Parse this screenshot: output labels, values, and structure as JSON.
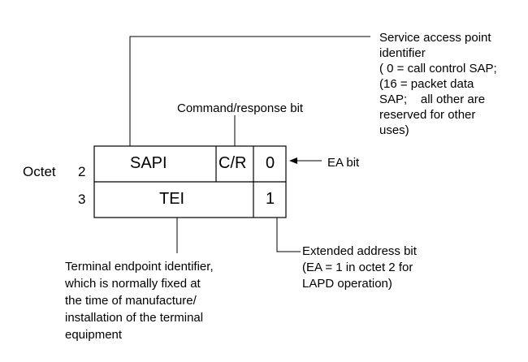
{
  "frame": {
    "octet_label": "Octet",
    "octet_numbers": [
      "2",
      "3"
    ],
    "row1": {
      "sapi": "SAPI",
      "cr": "C/R",
      "ea": "0"
    },
    "row2": {
      "tei": "TEI",
      "ea": "1"
    }
  },
  "annotations": {
    "sapi_desc": [
      "Service access point",
      "identifier",
      "( 0 = call control SAP;",
      "(16 = packet data",
      "SAP;    all other are",
      "reserved for other",
      "uses)"
    ],
    "cr_desc": "Command/response bit",
    "ea_bit": "EA bit",
    "ea_desc": [
      "Extended address bit",
      "(EA = 1 in octet 2 for",
      "LAPD operation)"
    ],
    "tei_desc": [
      "Terminal endpoint identifier,",
      "which is normally fixed at",
      "the time of manufacture/",
      "installation of the terminal",
      "equipment"
    ]
  }
}
